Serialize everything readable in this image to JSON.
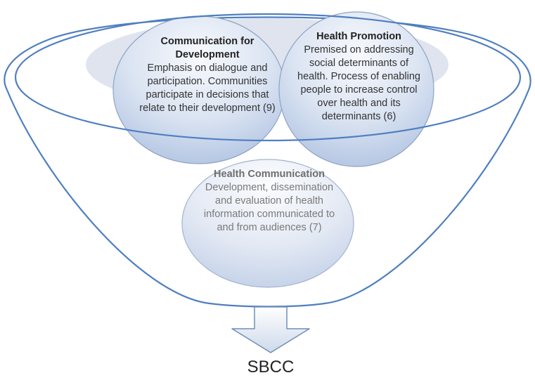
{
  "circles": {
    "communication_for_development": {
      "title": "Communication for Development",
      "body": "Emphasis on dialogue and participation. Communities participate in decisions that relate to their development (9)"
    },
    "health_promotion": {
      "title": "Health Promotion",
      "body": "Premised on addressing social determinants of health. Process of enabling people  to increase control over health and its determinants (6)"
    },
    "health_communication": {
      "title": "Health Communication",
      "body": "Development, dissemination  and evaluation of  health information communicated to and from audiences (7)"
    }
  },
  "output_label": "SBCC",
  "colors": {
    "funnel_stroke": "#4f7fc0",
    "circle_stroke": "#8ea4c4",
    "circle_fill_light": "#f4f7fc",
    "circle_fill_dark": "#b7c9e6",
    "back_ellipse": "#d9dfec",
    "arrow_fill": "#dbe4f1",
    "arrow_stroke": "#6f8fb8"
  }
}
